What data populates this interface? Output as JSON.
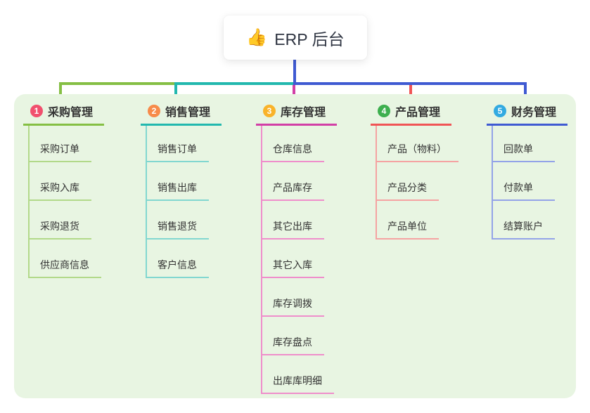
{
  "root": {
    "icon": "👍",
    "title": "ERP 后台"
  },
  "panel_bg": "#e8f5e2",
  "branches": [
    {
      "number": "1",
      "label": "采购管理",
      "colors": {
        "badge": "#f1506e",
        "main": "#85bf44",
        "light": "#b2d98a"
      },
      "children": [
        "采购订单",
        "采购入库",
        "采购退货",
        "供应商信息"
      ]
    },
    {
      "number": "2",
      "label": "销售管理",
      "colors": {
        "badge": "#f78b4a",
        "main": "#22b8ae",
        "light": "#82d7d0"
      },
      "children": [
        "销售订单",
        "销售出库",
        "销售退货",
        "客户信息"
      ]
    },
    {
      "number": "3",
      "label": "库存管理",
      "colors": {
        "badge": "#f9b32a",
        "main": "#d23fa6",
        "light": "#ef8ecb"
      },
      "children": [
        "仓库信息",
        "产品库存",
        "其它出库",
        "其它入库",
        "库存调拨",
        "库存盘点",
        "出库库明细"
      ]
    },
    {
      "number": "4",
      "label": "产品管理",
      "colors": {
        "badge": "#3daf4e",
        "main": "#f05455",
        "light": "#f5a3a2"
      },
      "children": [
        "产品（物料）",
        "产品分类",
        "产品单位"
      ]
    },
    {
      "number": "5",
      "label": "财务管理",
      "colors": {
        "badge": "#32aae1",
        "main": "#3f5ad2",
        "light": "#93a3e8"
      },
      "children": [
        "回款单",
        "付款单",
        "结算账户"
      ]
    }
  ]
}
